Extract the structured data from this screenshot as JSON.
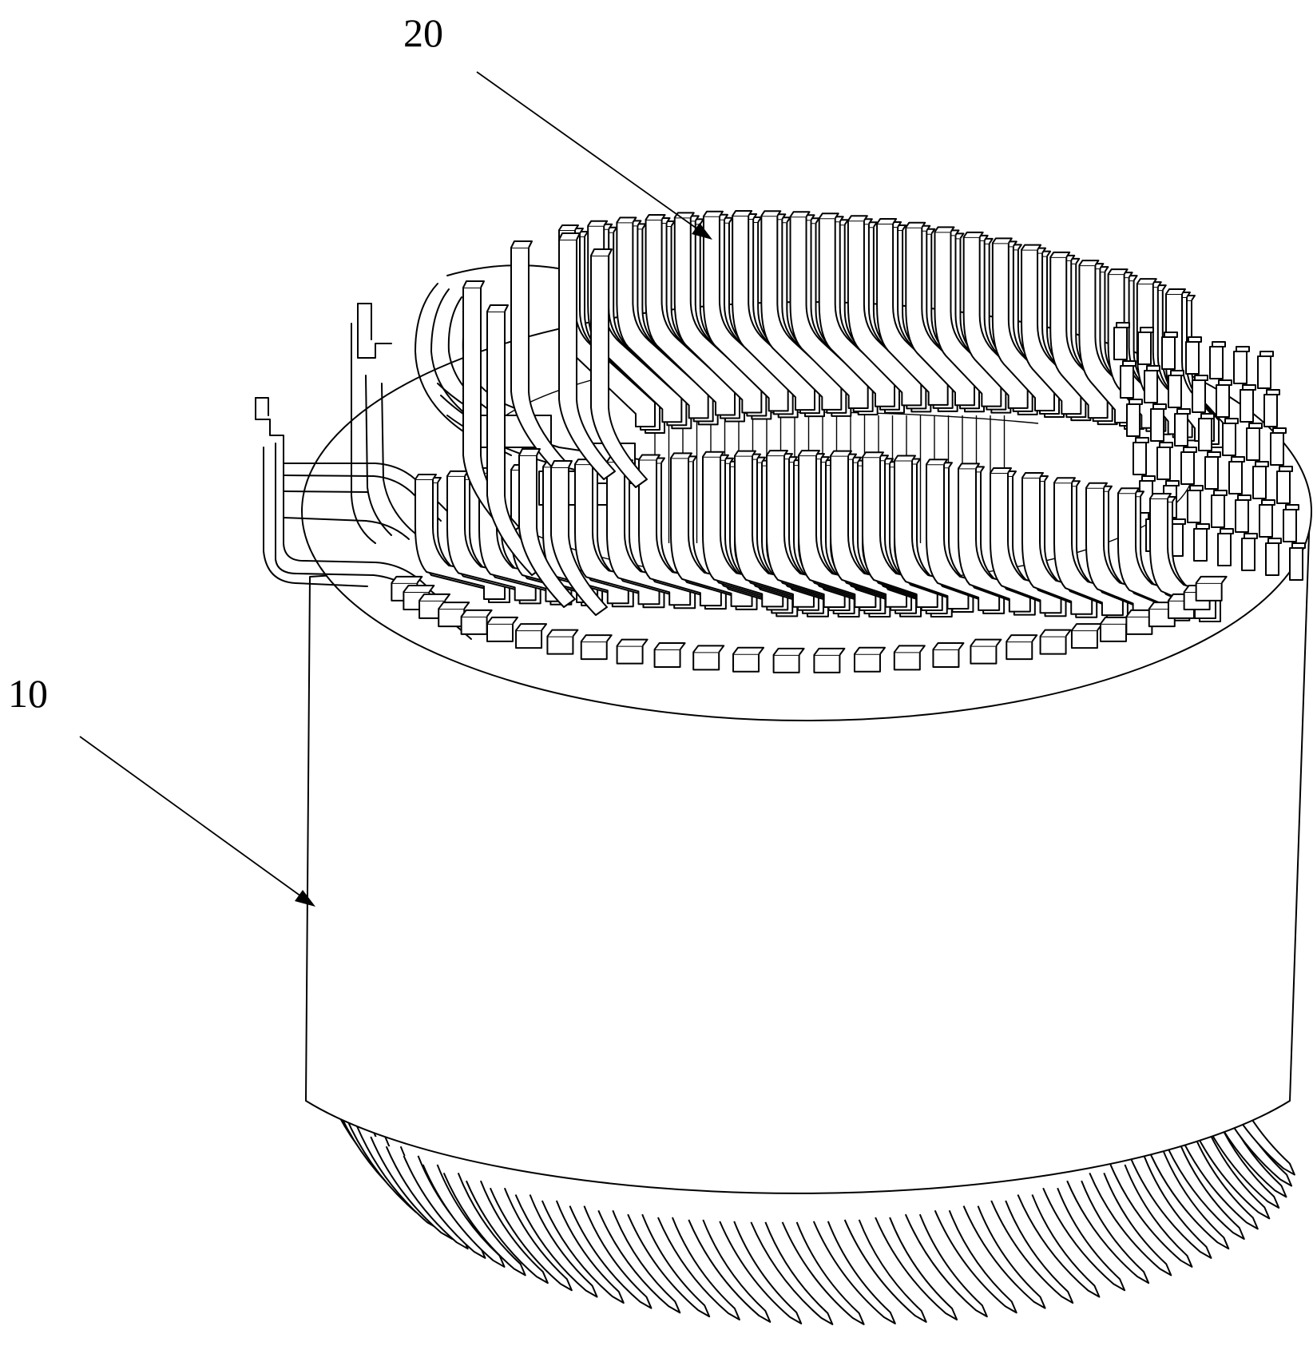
{
  "figure": {
    "callouts": [
      {
        "id": "stator-core",
        "label": "10"
      },
      {
        "id": "winding",
        "label": "20"
      }
    ],
    "colors": {
      "line": "#000000",
      "background": "#ffffff"
    }
  }
}
